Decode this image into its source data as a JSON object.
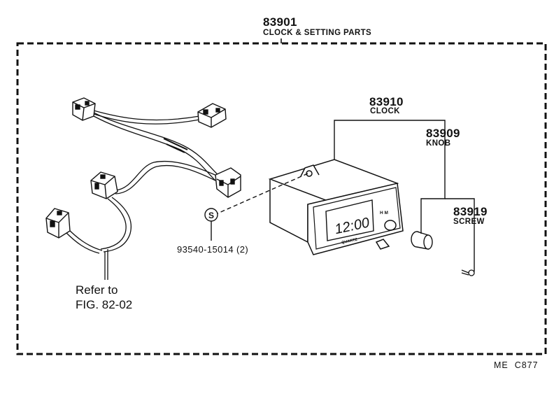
{
  "assembly": {
    "part_number": "83901",
    "name": "CLOCK & SETTING PARTS"
  },
  "parts": [
    {
      "part_number": "83910",
      "name": "CLOCK"
    },
    {
      "part_number": "83909",
      "name": "KNOB"
    },
    {
      "part_number": "83919",
      "name": "SCREW"
    }
  ],
  "fastener": {
    "symbol": "S",
    "part_number": "93540-15014 (2)"
  },
  "clock_face": {
    "display": "12:00",
    "brand": "QUARTZ",
    "buttons": "H M"
  },
  "reference": {
    "line1": "Refer to",
    "line2": "FIG. 82-02"
  },
  "figure_code": "ME  C877"
}
